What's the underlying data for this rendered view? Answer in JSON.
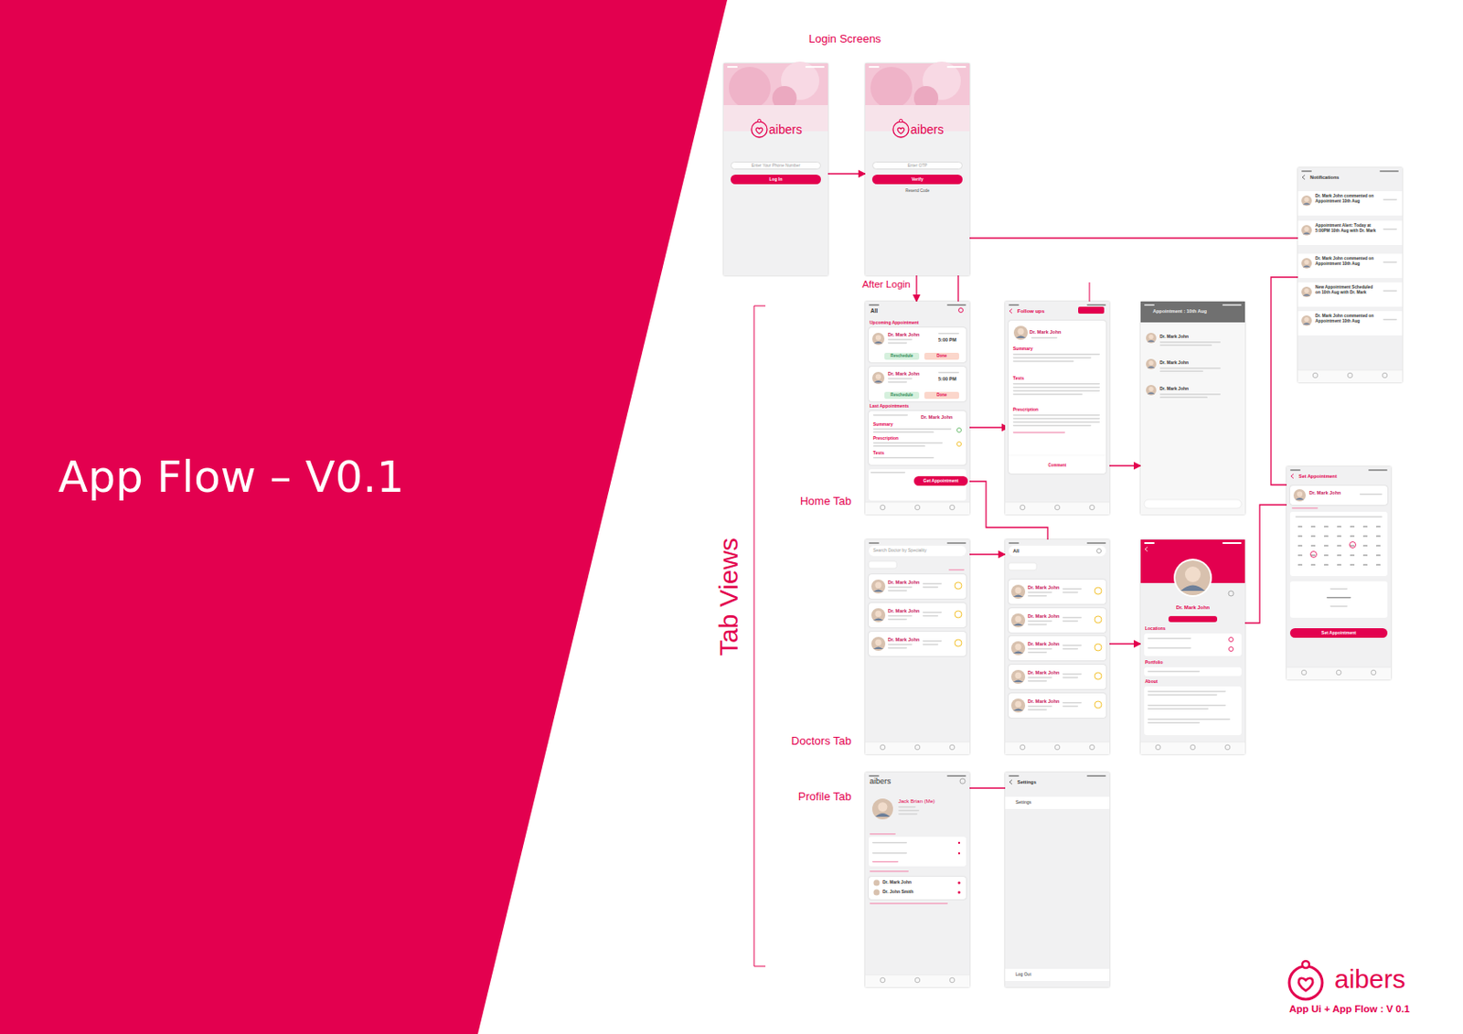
{
  "diagram": {
    "title": "App Flow – V0.1",
    "nodes": [
      {
        "text": [
          "aibers"
        ]
      },
      {
        "text": [
          "Enter Your Phone Number"
        ],
        "in": 0
      },
      {
        "text": [
          "Log In"
        ],
        "in": 0
      },
      {
        "text": [
          "aibers",
          "Resend Code"
        ]
      },
      {
        "text": [
          "Enter OTP"
        ],
        "in": 3
      },
      {
        "text": [
          "Verify"
        ],
        "in": 3
      },
      {
        "text": [
          "All",
          "Upcoming Appointment",
          "Last Appointments"
        ]
      },
      {
        "text": [
          "Dr. Mark John",
          "5:00 PM"
        ],
        "in": 6
      },
      {
        "text": [
          "Reschedule"
        ],
        "in": 7
      },
      {
        "text": [
          "Done"
        ],
        "in": 7
      },
      {
        "text": [
          "Dr. Mark John",
          "5:00 PM"
        ],
        "in": 6
      },
      {
        "text": [
          "Reschedule"
        ],
        "in": 10
      },
      {
        "text": [
          "Done"
        ],
        "in": 10
      },
      {
        "text": [
          "Dr. Mark John",
          "Summary",
          "Prescription",
          "Tests"
        ],
        "in": 6
      },
      {
        "text": [
          "Get Appointment"
        ],
        "in": 6
      },
      {
        "text": [
          "Follow ups"
        ]
      },
      {
        "text": [
          "Dr. Mark John",
          "Summary",
          "Tests",
          "Prescription",
          "Comment"
        ],
        "in": 15
      },
      {
        "text": [
          "Appointment : 10th Aug",
          "Dr. Mark John",
          "Dr. Mark John",
          "Dr. Mark John"
        ]
      },
      {
        "text": [
          "Notifications",
          "Dr. Mark John commented on Appointment 10th Aug",
          "Appointment Alert: Today at 5:00PM 10th Aug with Dr. Mark",
          "Dr. Mark John commented on Appointment 10th Aug",
          "New Appointment Scheduled on 10th Aug with Dr. Mark",
          "Dr. Mark John commented on Appointment 10th Aug"
        ]
      },
      {
        "text": [
          "Set Appointment"
        ]
      },
      {
        "text": [
          "Dr. Mark John"
        ],
        "in": 19
      },
      {
        "text": [
          "Set Appointment"
        ],
        "in": 19
      },
      {
        "text": [
          "Search Doctor by Speciality"
        ]
      },
      {
        "text": [
          "Dr. Mark John"
        ],
        "in": 22
      },
      {
        "text": [
          "Dr. Mark John"
        ],
        "in": 22
      },
      {
        "text": [
          "Dr. Mark John"
        ],
        "in": 22
      },
      {
        "text": [
          "All"
        ]
      },
      {
        "text": [
          "Dr. Mark John"
        ],
        "in": 26
      },
      {
        "text": [
          "Dr. Mark John"
        ],
        "in": 26
      },
      {
        "text": [
          "Dr. Mark John"
        ],
        "in": 26
      },
      {
        "text": [
          "Dr. Mark John"
        ],
        "in": 26
      },
      {
        "text": [
          "Dr. Mark John"
        ],
        "in": 26
      },
      {
        "text": [
          "Dr. Mark John",
          "Locations",
          "Portfolio",
          "About"
        ]
      },
      {
        "text": [
          "aibers",
          "Jack Brian (Me)"
        ]
      },
      {
        "text": [
          "Dr. Mark John",
          "Dr. John Smith"
        ],
        "in": 33
      },
      {
        "text": [
          "Settings",
          "Settings",
          "Log Out"
        ]
      }
    ],
    "edges": [
      {
        "from": 0,
        "to": 3,
        "arrow": "to"
      },
      {
        "from": 3,
        "to": 6,
        "arrow": "to"
      },
      {
        "from": 13,
        "to": 16,
        "arrow": "to"
      },
      {
        "from": 16,
        "to": 17,
        "arrow": "to"
      },
      {
        "from": 6,
        "to": 18,
        "arrow": "none"
      },
      {
        "from": 18,
        "to": 19,
        "arrow": "none"
      },
      {
        "from": 14,
        "to": 26,
        "arrow": "none"
      },
      {
        "from": 22,
        "to": 26,
        "arrow": "to"
      },
      {
        "from": 29,
        "to": 32,
        "arrow": "to"
      },
      {
        "from": 32,
        "to": 19,
        "arrow": "none"
      },
      {
        "from": 33,
        "to": 35,
        "arrow": "none"
      }
    ],
    "labels": [
      "Login Screens",
      "After Login",
      "Home Tab",
      "Doctors Tab",
      "Profile Tab",
      "Tab Views",
      "aibers",
      "App Ui + App Flow : V 0.1"
    ]
  }
}
